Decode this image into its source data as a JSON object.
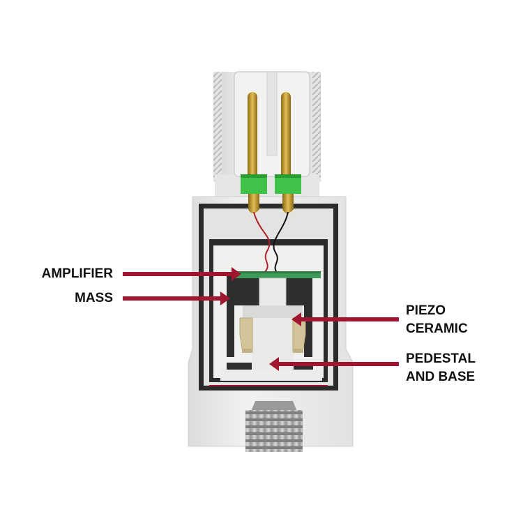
{
  "labels": {
    "amplifier": "AMPLIFIER",
    "mass": "MASS",
    "piezo_line1": "PIEZO",
    "piezo_line2": "CERAMIC",
    "pedestal_line1": "PEDESTAL",
    "pedestal_line2": "AND BASE"
  },
  "colors": {
    "arrow": "#a01530",
    "housing": "#e9e9e7",
    "housing_shade": "#d6d6d4",
    "cavity": "#2b2b2b",
    "pins": "#c9a02a",
    "insulator": "#3fc24a",
    "amplifier_board": "#3e9a57",
    "ceramic": "#d4c49a"
  }
}
